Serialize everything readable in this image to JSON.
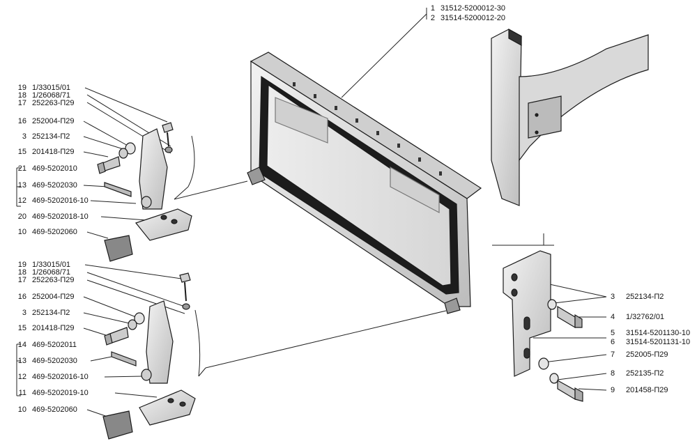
{
  "callouts": {
    "top": [
      {
        "num": "1",
        "part": "31512-5200012-30"
      },
      {
        "num": "2",
        "part": "31514-5200012-20"
      }
    ],
    "upper_left": [
      {
        "num": "19",
        "part": "1/33015/01"
      },
      {
        "num": "18",
        "part": "1/26068/71"
      },
      {
        "num": "17",
        "part": "252263-П29"
      },
      {
        "num": "16",
        "part": "252004-П29"
      },
      {
        "num": "3",
        "part": "252134-П2"
      },
      {
        "num": "15",
        "part": "201418-П29"
      },
      {
        "num": "21",
        "part": "469-5202010"
      },
      {
        "num": "13",
        "part": "469-5202030"
      },
      {
        "num": "12",
        "part": "469-5202016-10"
      },
      {
        "num": "20",
        "part": "469-5202018-10"
      },
      {
        "num": "10",
        "part": "469-5202060"
      }
    ],
    "lower_left": [
      {
        "num": "19",
        "part": "1/33015/01"
      },
      {
        "num": "18",
        "part": "1/26068/71"
      },
      {
        "num": "17",
        "part": "252263-П29"
      },
      {
        "num": "16",
        "part": "252004-П29"
      },
      {
        "num": "3",
        "part": "252134-П2"
      },
      {
        "num": "15",
        "part": "201418-П29"
      },
      {
        "num": "14",
        "part": "469-5202011"
      },
      {
        "num": "13",
        "part": "469-5202030"
      },
      {
        "num": "12",
        "part": "469-5202016-10"
      },
      {
        "num": "11",
        "part": "469-5202019-10"
      },
      {
        "num": "10",
        "part": "469-5202060"
      }
    ],
    "right": [
      {
        "num": "3",
        "part": "252134-П2"
      },
      {
        "num": "4",
        "part": "1/32762/01"
      },
      {
        "num": "5",
        "part": "31514-5201130-10"
      },
      {
        "num": "6",
        "part": "31514-5201131-10"
      },
      {
        "num": "7",
        "part": "252005-П29"
      },
      {
        "num": "8",
        "part": "252135-П2"
      },
      {
        "num": "9",
        "part": "201458-П29"
      }
    ]
  }
}
